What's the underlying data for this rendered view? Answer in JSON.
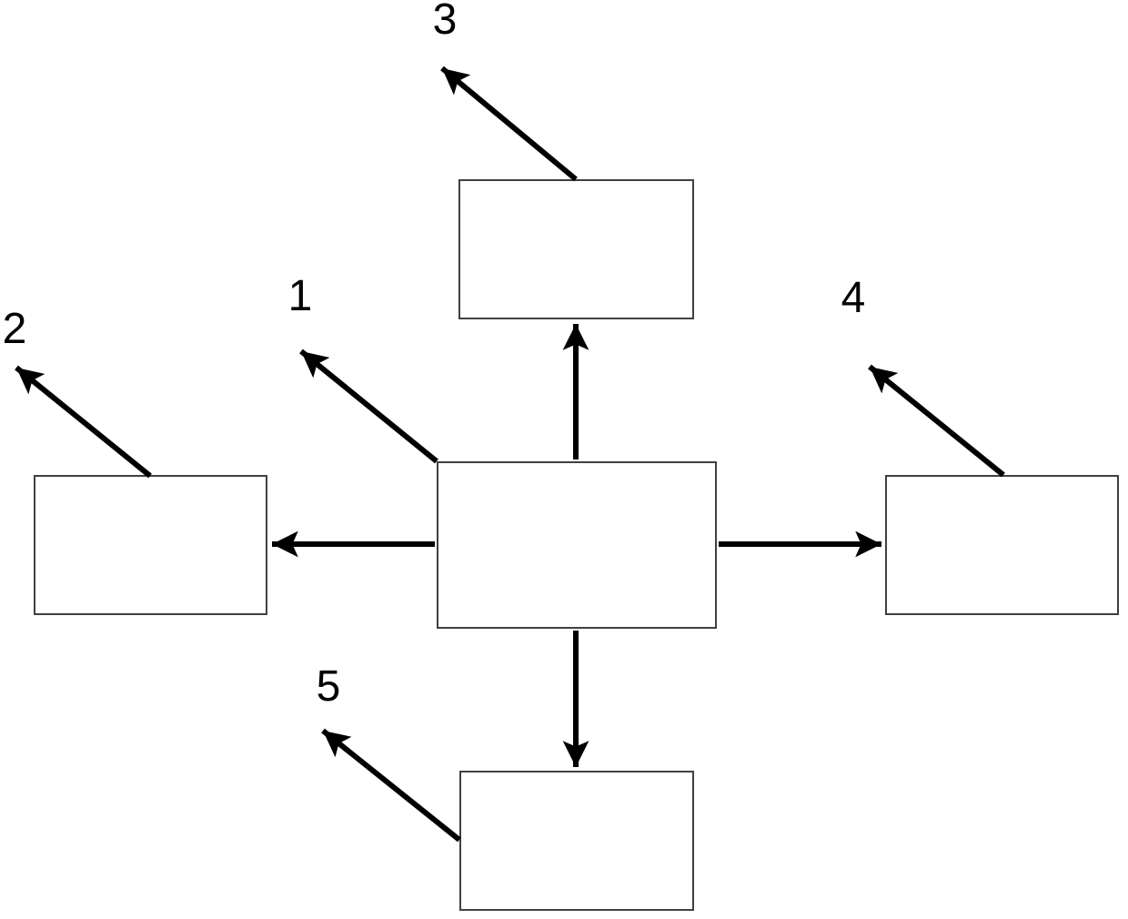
{
  "diagram": {
    "background_color": "#ffffff",
    "box_border_color": "#404040",
    "arrow_color": "#000000",
    "label_color": "#000000",
    "boxes": [
      {
        "id": "center-box",
        "text": ""
      },
      {
        "id": "top-box",
        "text": ""
      },
      {
        "id": "left-box",
        "text": ""
      },
      {
        "id": "right-box",
        "text": ""
      },
      {
        "id": "bottom-box",
        "text": ""
      }
    ],
    "callouts": {
      "label1": "1",
      "label2": "2",
      "label3": "3",
      "label4": "4",
      "label5": "5"
    }
  }
}
